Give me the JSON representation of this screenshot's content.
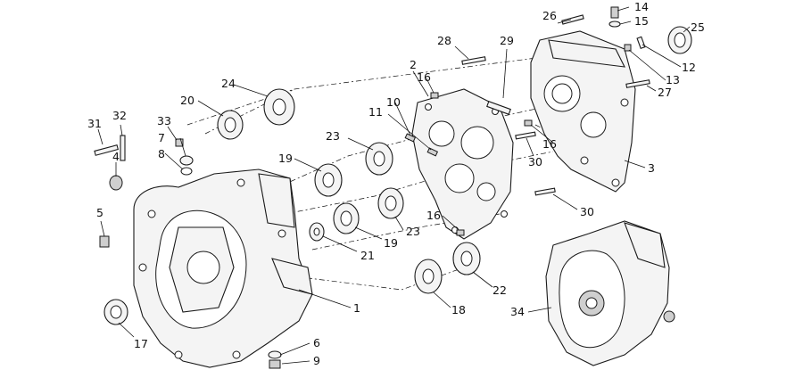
{
  "callouts": [
    {
      "id": "c1",
      "label": "1"
    },
    {
      "id": "c2",
      "label": "2"
    },
    {
      "id": "c3",
      "label": "3"
    },
    {
      "id": "c4",
      "label": "4"
    },
    {
      "id": "c5",
      "label": "5"
    },
    {
      "id": "c6",
      "label": "6"
    },
    {
      "id": "c7",
      "label": "7"
    },
    {
      "id": "c8",
      "label": "8"
    },
    {
      "id": "c9",
      "label": "9"
    },
    {
      "id": "c10",
      "label": "10"
    },
    {
      "id": "c11",
      "label": "11"
    },
    {
      "id": "c12",
      "label": "12"
    },
    {
      "id": "c13",
      "label": "13"
    },
    {
      "id": "c14",
      "label": "14"
    },
    {
      "id": "c15",
      "label": "15"
    },
    {
      "id": "c16a",
      "label": "16"
    },
    {
      "id": "c16b",
      "label": "16"
    },
    {
      "id": "c16c",
      "label": "16"
    },
    {
      "id": "c17",
      "label": "17"
    },
    {
      "id": "c18",
      "label": "18"
    },
    {
      "id": "c19a",
      "label": "19"
    },
    {
      "id": "c19b",
      "label": "19"
    },
    {
      "id": "c20",
      "label": "20"
    },
    {
      "id": "c21",
      "label": "21"
    },
    {
      "id": "c22",
      "label": "22"
    },
    {
      "id": "c23a",
      "label": "23"
    },
    {
      "id": "c23b",
      "label": "23"
    },
    {
      "id": "c24",
      "label": "24"
    },
    {
      "id": "c25",
      "label": "25"
    },
    {
      "id": "c26",
      "label": "26"
    },
    {
      "id": "c27",
      "label": "27"
    },
    {
      "id": "c28",
      "label": "28"
    },
    {
      "id": "c29",
      "label": "29"
    },
    {
      "id": "c30a",
      "label": "30"
    },
    {
      "id": "c30b",
      "label": "30"
    },
    {
      "id": "c31",
      "label": "31"
    },
    {
      "id": "c32",
      "label": "32"
    },
    {
      "id": "c33",
      "label": "33"
    },
    {
      "id": "c34",
      "label": "34"
    }
  ]
}
